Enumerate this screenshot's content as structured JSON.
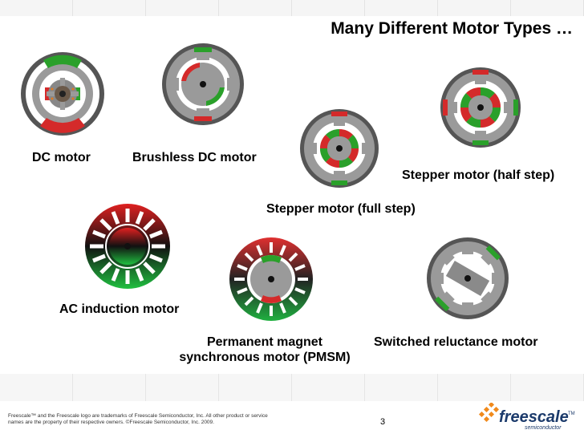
{
  "slide": {
    "title": "Many Different Motor Types …",
    "page_number": "3",
    "legal": "Freescale™ and the Freescale logo are trademarks of Freescale Semiconductor, Inc. All other product or service names are the property of their respective owners. ©Freescale Semiconductor, Inc. 2009."
  },
  "motors": {
    "dc": "DC motor",
    "bldc": "Brushless DC motor",
    "stepper_half": "Stepper motor (half step)",
    "stepper_full": "Stepper motor (full step)",
    "ac_induction": "AC induction motor",
    "pmsm_line1": "Permanent magnet",
    "pmsm_line2": "synchronous motor (PMSM)",
    "srm": "Switched reluctance motor"
  },
  "logo": {
    "name": "freescale",
    "tm": "TM",
    "sub": "semiconductor"
  },
  "colors": {
    "red": "#d42a2a",
    "green": "#2aa02a",
    "gray": "#9a9a9a",
    "darkgray": "#555555"
  }
}
